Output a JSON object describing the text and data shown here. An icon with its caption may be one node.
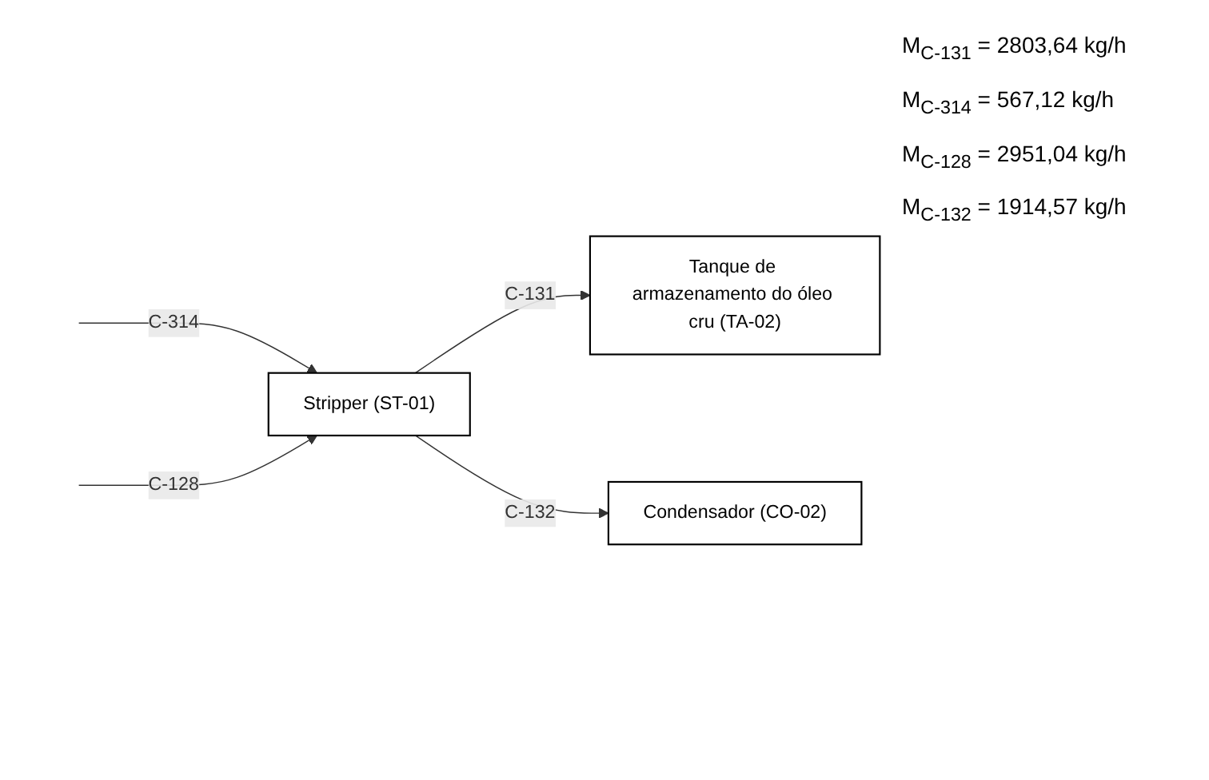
{
  "diagram": {
    "nodes": [
      {
        "text": [
          "Tanque de armazenamento do óleo cru (TA-02)"
        ]
      },
      {
        "text": [
          "Stripper (ST-01)"
        ]
      },
      {
        "text": [
          "Condensador (CO-02)"
        ]
      }
    ],
    "edges": [
      {
        "from": 1,
        "to": 0,
        "arrow": "to",
        "label": "C-131"
      },
      {
        "from": null,
        "to": 1,
        "arrow": "to",
        "label": "C-314"
      },
      {
        "from": 1,
        "to": 2,
        "arrow": "to",
        "label": "C-132"
      },
      {
        "from": null,
        "to": 1,
        "arrow": "to",
        "label": "C-128"
      }
    ],
    "labels": [
      "M$_{C-131}$ =  2803,64 kg/h",
      "M$_{C-314}$ =  567,12 kg/h",
      "M$_{C-128}$ = 2951,04 kg/h",
      "M$_{C-132}$ =  1914,57 kg/h"
    ]
  }
}
